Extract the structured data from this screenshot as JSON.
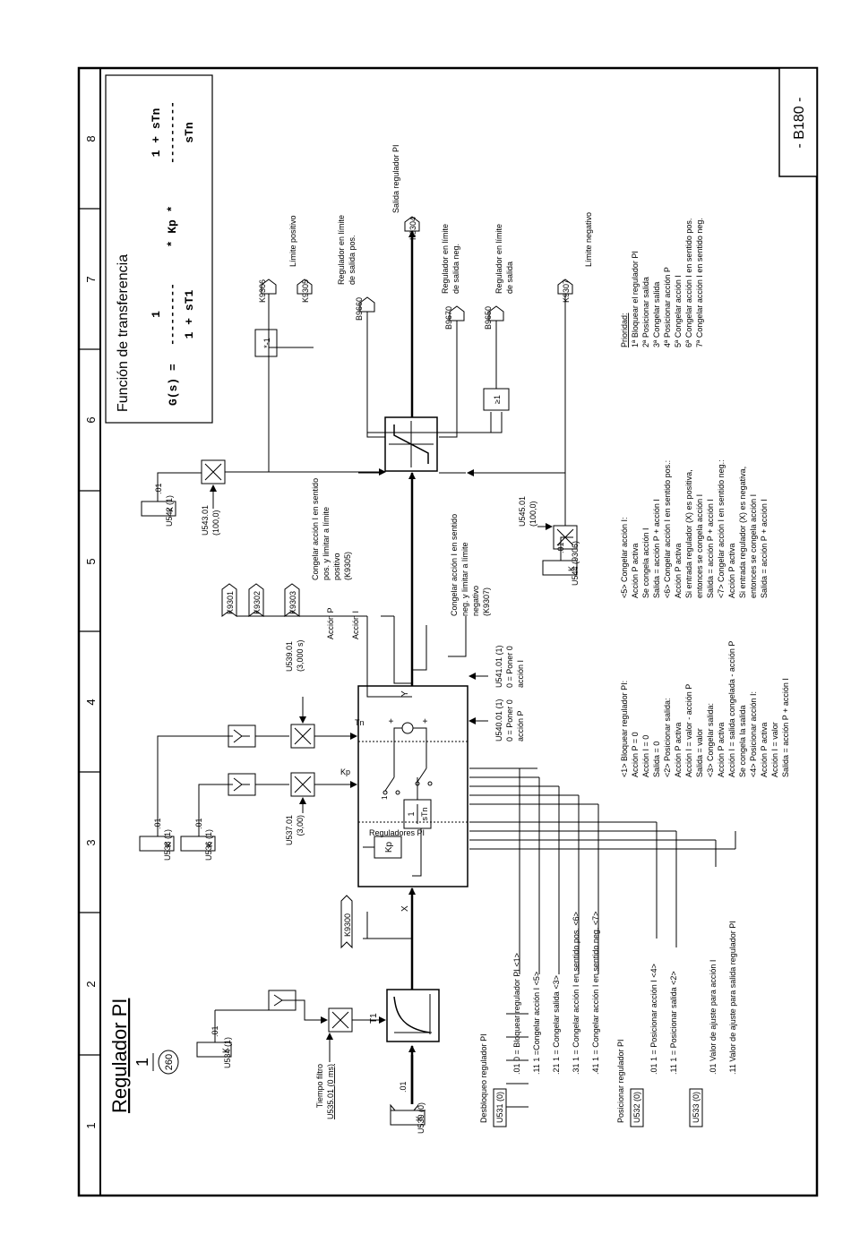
{
  "title": "Regulador PI",
  "sheet_ref": {
    "num": "1",
    "den": "260"
  },
  "page_code": "- B180 -",
  "columns": [
    "1",
    "2",
    "3",
    "4",
    "5",
    "6",
    "7",
    "8"
  ],
  "transfer": {
    "heading": "Función de transferencia",
    "lhs": "G(s)  =",
    "num1": "1",
    "frac_line1": "---------",
    "den1": "1 + sT1",
    "mid": "* Kp *",
    "num2": "1 + sTn",
    "frac_line2": "---------",
    "den2": "sTn"
  },
  "params": {
    "u530": "U530 (0)",
    "u530_idx": ".01",
    "k": "K",
    "b": "B",
    "u534": "U534 (1)",
    "u534_idx": ".01",
    "u535": "U535.01 (0 ms)",
    "tiempo_filtro": "Tiempo filtro",
    "t1": "T1",
    "k9300": "K9300",
    "x_label": "X",
    "u536": "U536 (1)",
    "u536_idx": ".01",
    "u538": "U538 (1)",
    "u538_idx": ".01",
    "u537": "U537.01",
    "u537_val": "(3,00)",
    "u539": "U539.01",
    "u539_val": "(3,000 s)",
    "kp_label": "Kp",
    "tn_label": "Tn",
    "reguladores": "Reguladores PI",
    "kp_box": "Kp",
    "int_num": "1",
    "int_den": "sTn",
    "y_label": "Y",
    "u540": "U540.01 (1)",
    "u540_desc1": "0 = Poner  0",
    "u540_desc2": "acción P",
    "u541": "U541.01 (1)",
    "u541_desc1": "0 = Poner 0",
    "u541_desc2": "acción I",
    "accion_p": "Acción P",
    "accion_i": "Acción I",
    "k9301": "K9301",
    "k9302": "K9302",
    "k9303": "K9303",
    "congelar_pos_1": "Congelar acción I en sentido",
    "congelar_pos_2": "pos. y limitar a límite",
    "congelar_pos_3": "positivo",
    "congelar_pos_4": "(K9305)",
    "congelar_neg_1": "Congelar acción I en sentido",
    "congelar_neg_2": "neg. y limitar a límite",
    "congelar_neg_3": "negativo",
    "congelar_neg_4": "(K9307)",
    "u542": "U542 (1)",
    "u542_idx": ".01",
    "u543": "U543.01",
    "u543_val": "(100,0)",
    "u544": "U544 (9306)",
    "u544_idx": ".01",
    "u545": "U545.01",
    "u545_val": "(100,0)",
    "mult_neg": "*-1",
    "k9306": "K9306",
    "k9305": "K9305",
    "k9307": "K9307",
    "k9304": "K9304",
    "limite_pos": "Límite positivo",
    "limite_neg": "Límite negativo",
    "salida_pi": "Salida regulador PI",
    "b9660": "B9660",
    "b9670": "B9670",
    "b9650": "B9650",
    "reg_pos_1": "Regulador en límite",
    "reg_pos_2": "de salida pos.",
    "reg_neg_1": "Regulador en límite",
    "reg_neg_2": "de salida neg.",
    "reg_lim_1": "Regulador en límite",
    "reg_lim_2": "de salida",
    "ge1": "≥1"
  },
  "bottom": {
    "desbloqueo": "Desbloqueo regulador PI",
    "u531": "U531 (0)",
    "u531_items": [
      ".01  0 = Bloquear regulador PI <1>",
      ".11  1 =Congelar acción I <5>",
      ".21  1 = Congelar salida <3>",
      ".31  1 = Congelar acción I en sentido pos. <6>",
      ".41  1 = Congelar acción I en sentido neg. <7>"
    ],
    "posicionar": "Posicionar regulador PI",
    "u532": "U532 (0)",
    "u532_items": [
      ".01  1 = Posicionar acción I <4>",
      ".11  1 = Posicionar salida <2>"
    ],
    "u533": "U533 (0)",
    "u533_items": [
      ".01  Valor de ajuste para acción I",
      ".11  Valor de ajuste para salida regulador PI"
    ]
  },
  "notes": {
    "col1": [
      "<1>  Bloquear regulador PI:",
      "      Acción P = 0",
      "      Acción I  = 0",
      "      Salida  = 0",
      "<2>  Posicionar salida:",
      "      Acción P activa",
      "      Acción I = valor - acción P",
      "      Salida = valor",
      "<3>  Congelar salida:",
      "      Acción P activa",
      "      Acción I = salida congelada  - acción P",
      "      Se congela la salida",
      "<4>  Posicionar acción I:",
      "      Acción P activa",
      "      Acción I  = valor",
      "      Salida  = acción P + acción I"
    ],
    "col2": [
      "<5>  Congelar acción I:",
      "      Acción P activa",
      "      Se congela acción I",
      "      Salida = acción P + acción I",
      "<6>  Congelar acción I en sentido pos.:",
      "      Acción P activa",
      "      Si entrada regulador (X)  es positiva,",
      "      entonces se congela acción I",
      "      Salida  = acción P + acción I",
      "<7>  Congelar acción I en sentido neg.:",
      "      Acción P activa",
      "      Si entrada regulador (X) es negativa,",
      "      entonces se congela acción I",
      "      Salida = acción P + acción I"
    ],
    "col3": [
      "Prioridad:",
      "1ª Bloquear el regulador PI",
      "2ª Posicionar salida",
      "3ª Congelar salida",
      "4ª Posicionar acción P",
      "5ª Congelar acción I",
      "6ª Congelar acción I  en sentido pos.",
      "7ª Congelar acción I en sentido neg."
    ]
  }
}
